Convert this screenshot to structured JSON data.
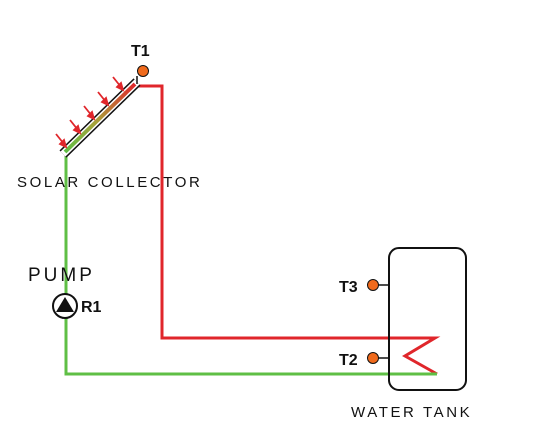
{
  "labels": {
    "t1": "T1",
    "t2": "T2",
    "t3": "T3",
    "r1": "R1",
    "pump": "PUMP",
    "solar_collector": "SOLAR COLLECTOR",
    "water_tank": "WATER TANK"
  },
  "colors": {
    "hot_pipe": "#e0262b",
    "cold_pipe": "#5fbf45",
    "sensor": "#f06a1c",
    "outline": "#111111",
    "sun_arrow": "#e0262b"
  }
}
